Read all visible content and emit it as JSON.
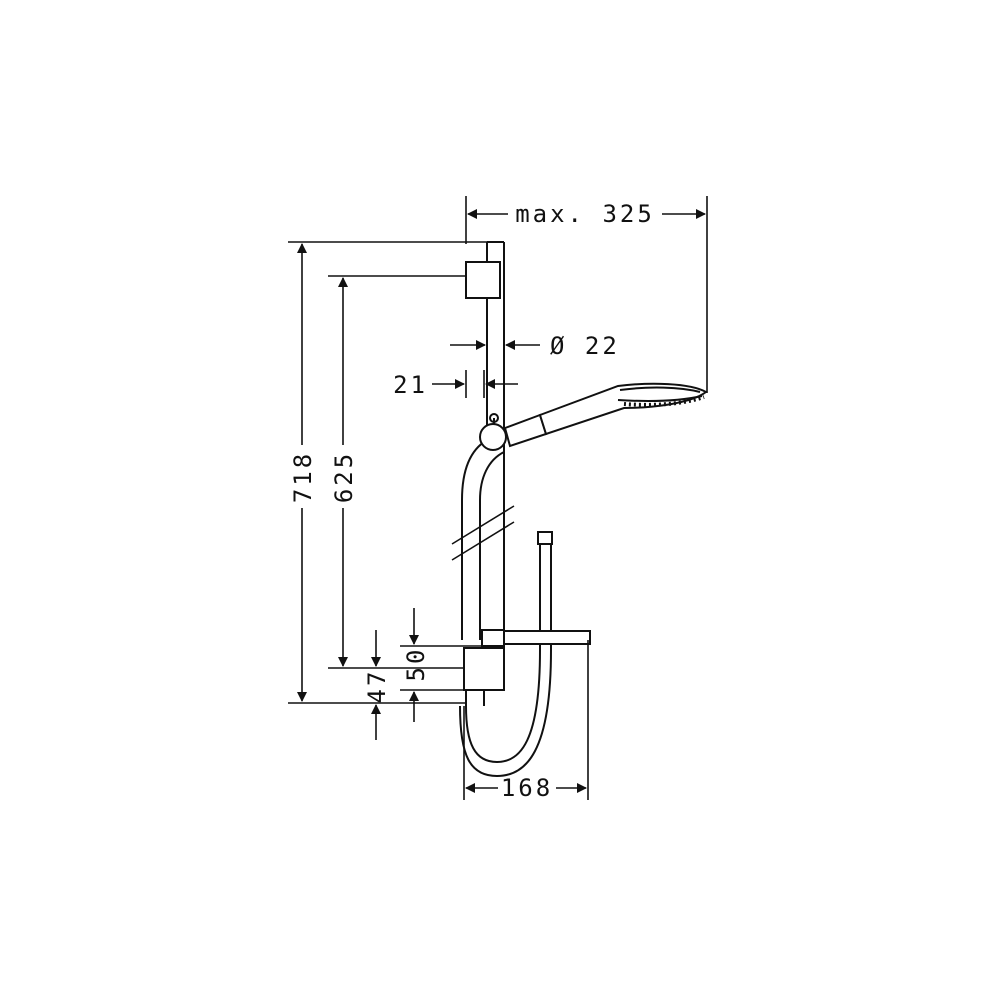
{
  "dimensions": {
    "max_reach": "max. 325",
    "rail_diameter": "Ø 22",
    "wall_offset": "21",
    "total_height": "718",
    "bracket_spacing": "625",
    "lower_offset_a": "47",
    "lower_offset_b": "50",
    "soap_dish_depth": "168"
  }
}
